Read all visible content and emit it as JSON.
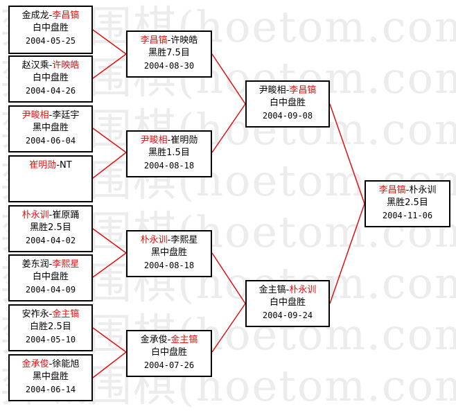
{
  "watermark": "弈城围棋(hoetom.com)",
  "colors": {
    "winner": "#e01010",
    "line": "#e01010",
    "border": "#000000",
    "watermark": "#ececec"
  },
  "matches": {
    "r1_1": {
      "p1": "金成龙",
      "sep": "-",
      "p2": "李昌镐",
      "winner": 2,
      "result": "白中盘胜",
      "date": "2004-05-25"
    },
    "r1_2": {
      "p1": "赵汉乘",
      "sep": "-",
      "p2": "许映皓",
      "winner": 2,
      "result": "白中盘胜",
      "date": "2004-04-26"
    },
    "r1_3": {
      "p1": "尹畯相",
      "sep": "-",
      "p2": "李廷宇",
      "winner": 1,
      "result": "黑中盘胜",
      "date": "2004-06-04"
    },
    "r1_4": {
      "p1": "崔明勋",
      "sep": "-",
      "p2": "NT",
      "winner": 1,
      "result": "",
      "date": ""
    },
    "r1_5": {
      "p1": "朴永训",
      "sep": "-",
      "p2": "崔原踊",
      "winner": 1,
      "result": "黑胜2.5目",
      "date": "2004-04-02"
    },
    "r1_6": {
      "p1": "姜东润",
      "sep": "-",
      "p2": "李熙星",
      "winner": 2,
      "result": "白中盘胜",
      "date": "2004-04-09"
    },
    "r1_7": {
      "p1": "安祚永",
      "sep": "-",
      "p2": "金主镐",
      "winner": 2,
      "result": "白胜2.5目",
      "date": "2004-05-10"
    },
    "r1_8": {
      "p1": "金承俊",
      "sep": "-",
      "p2": "徐能旭",
      "winner": 1,
      "result": "黑中盘胜",
      "date": "2004-06-14"
    },
    "r2_1": {
      "p1": "李昌镐",
      "sep": "-",
      "p2": "许映皓",
      "winner": 1,
      "result": "黑胜7.5目",
      "date": "2004-08-30"
    },
    "r2_2": {
      "p1": "尹畯相",
      "sep": "-",
      "p2": "崔明勋",
      "winner": 1,
      "result": "黑胜1.5目",
      "date": "2004-08-18"
    },
    "r2_3": {
      "p1": "朴永训",
      "sep": "-",
      "p2": "李熙星",
      "winner": 1,
      "result": "黑中盘胜",
      "date": "2004-08-18"
    },
    "r2_4": {
      "p1": "金承俊",
      "sep": "-",
      "p2": "金主镐",
      "winner": 2,
      "result": "白中盘胜",
      "date": "2004-07-26"
    },
    "r3_1": {
      "p1": "尹畯相",
      "sep": "-",
      "p2": "李昌镐",
      "winner": 2,
      "result": "白中盘胜",
      "date": "2004-09-08"
    },
    "r3_2": {
      "p1": "金主镐",
      "sep": "-",
      "p2": "朴永训",
      "winner": 2,
      "result": "白中盘胜",
      "date": "2004-09-24"
    },
    "final": {
      "p1": "李昌镐",
      "sep": "-",
      "p2": "朴永训",
      "winner": 1,
      "result": "黑胜2.5目",
      "date": "2004-11-06"
    }
  }
}
